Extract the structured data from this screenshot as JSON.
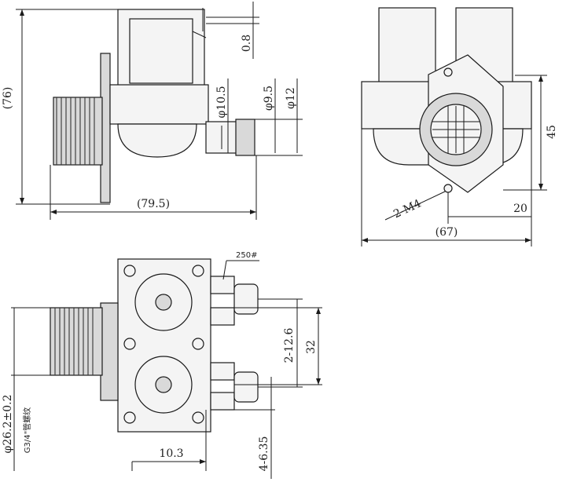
{
  "dimensions": {
    "overall_height": "(76)",
    "overall_length": "(79.5)",
    "terminal_thickness": "0.8",
    "outlet_d1": "φ10.5",
    "outlet_d2": "φ9.5",
    "outlet_d3": "φ12",
    "height_45": "45",
    "screw_spec": "2-M4",
    "spacing_20": "20",
    "width_67": "(67)",
    "terminal_code": "250#",
    "outlet_pitch": "2-12.6",
    "outlet_span": "32",
    "thread_dia": "φ26.2±0.2",
    "thread_spec": "G3/4\"管螺纹",
    "offset_10_3": "10.3",
    "terminal_pitch": "4-6.35"
  }
}
